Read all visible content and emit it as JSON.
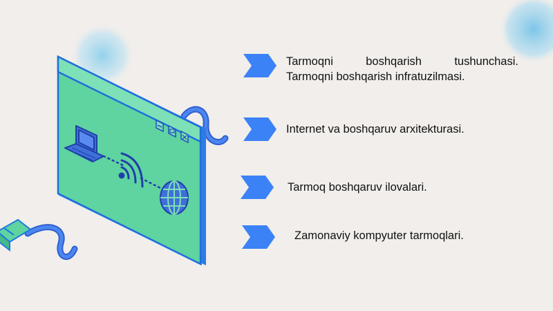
{
  "slide": {
    "background": "#f1eeeb",
    "accent_color": "#3b82f6",
    "illustration": {
      "description_icons": [
        "browser-window-icon",
        "laptop-icon",
        "wifi-icon",
        "globe-icon",
        "cable-plug-icon"
      ],
      "window_fill": "#5fd3a0",
      "window_border": "#2f7be6"
    },
    "agenda": [
      {
        "lines": [
          "Tarmoqni boshqarish tushunchasi.",
          "Tarmoqni boshqarish infratuzilmasi."
        ]
      },
      {
        "lines": [
          "Internet va boshqaruv arxitekturasi."
        ]
      },
      {
        "lines": [
          "Tarmoq boshqaruv ilovalari."
        ]
      },
      {
        "lines": [
          "Zamonaviy kompyuter tarmoqlari."
        ]
      }
    ]
  }
}
